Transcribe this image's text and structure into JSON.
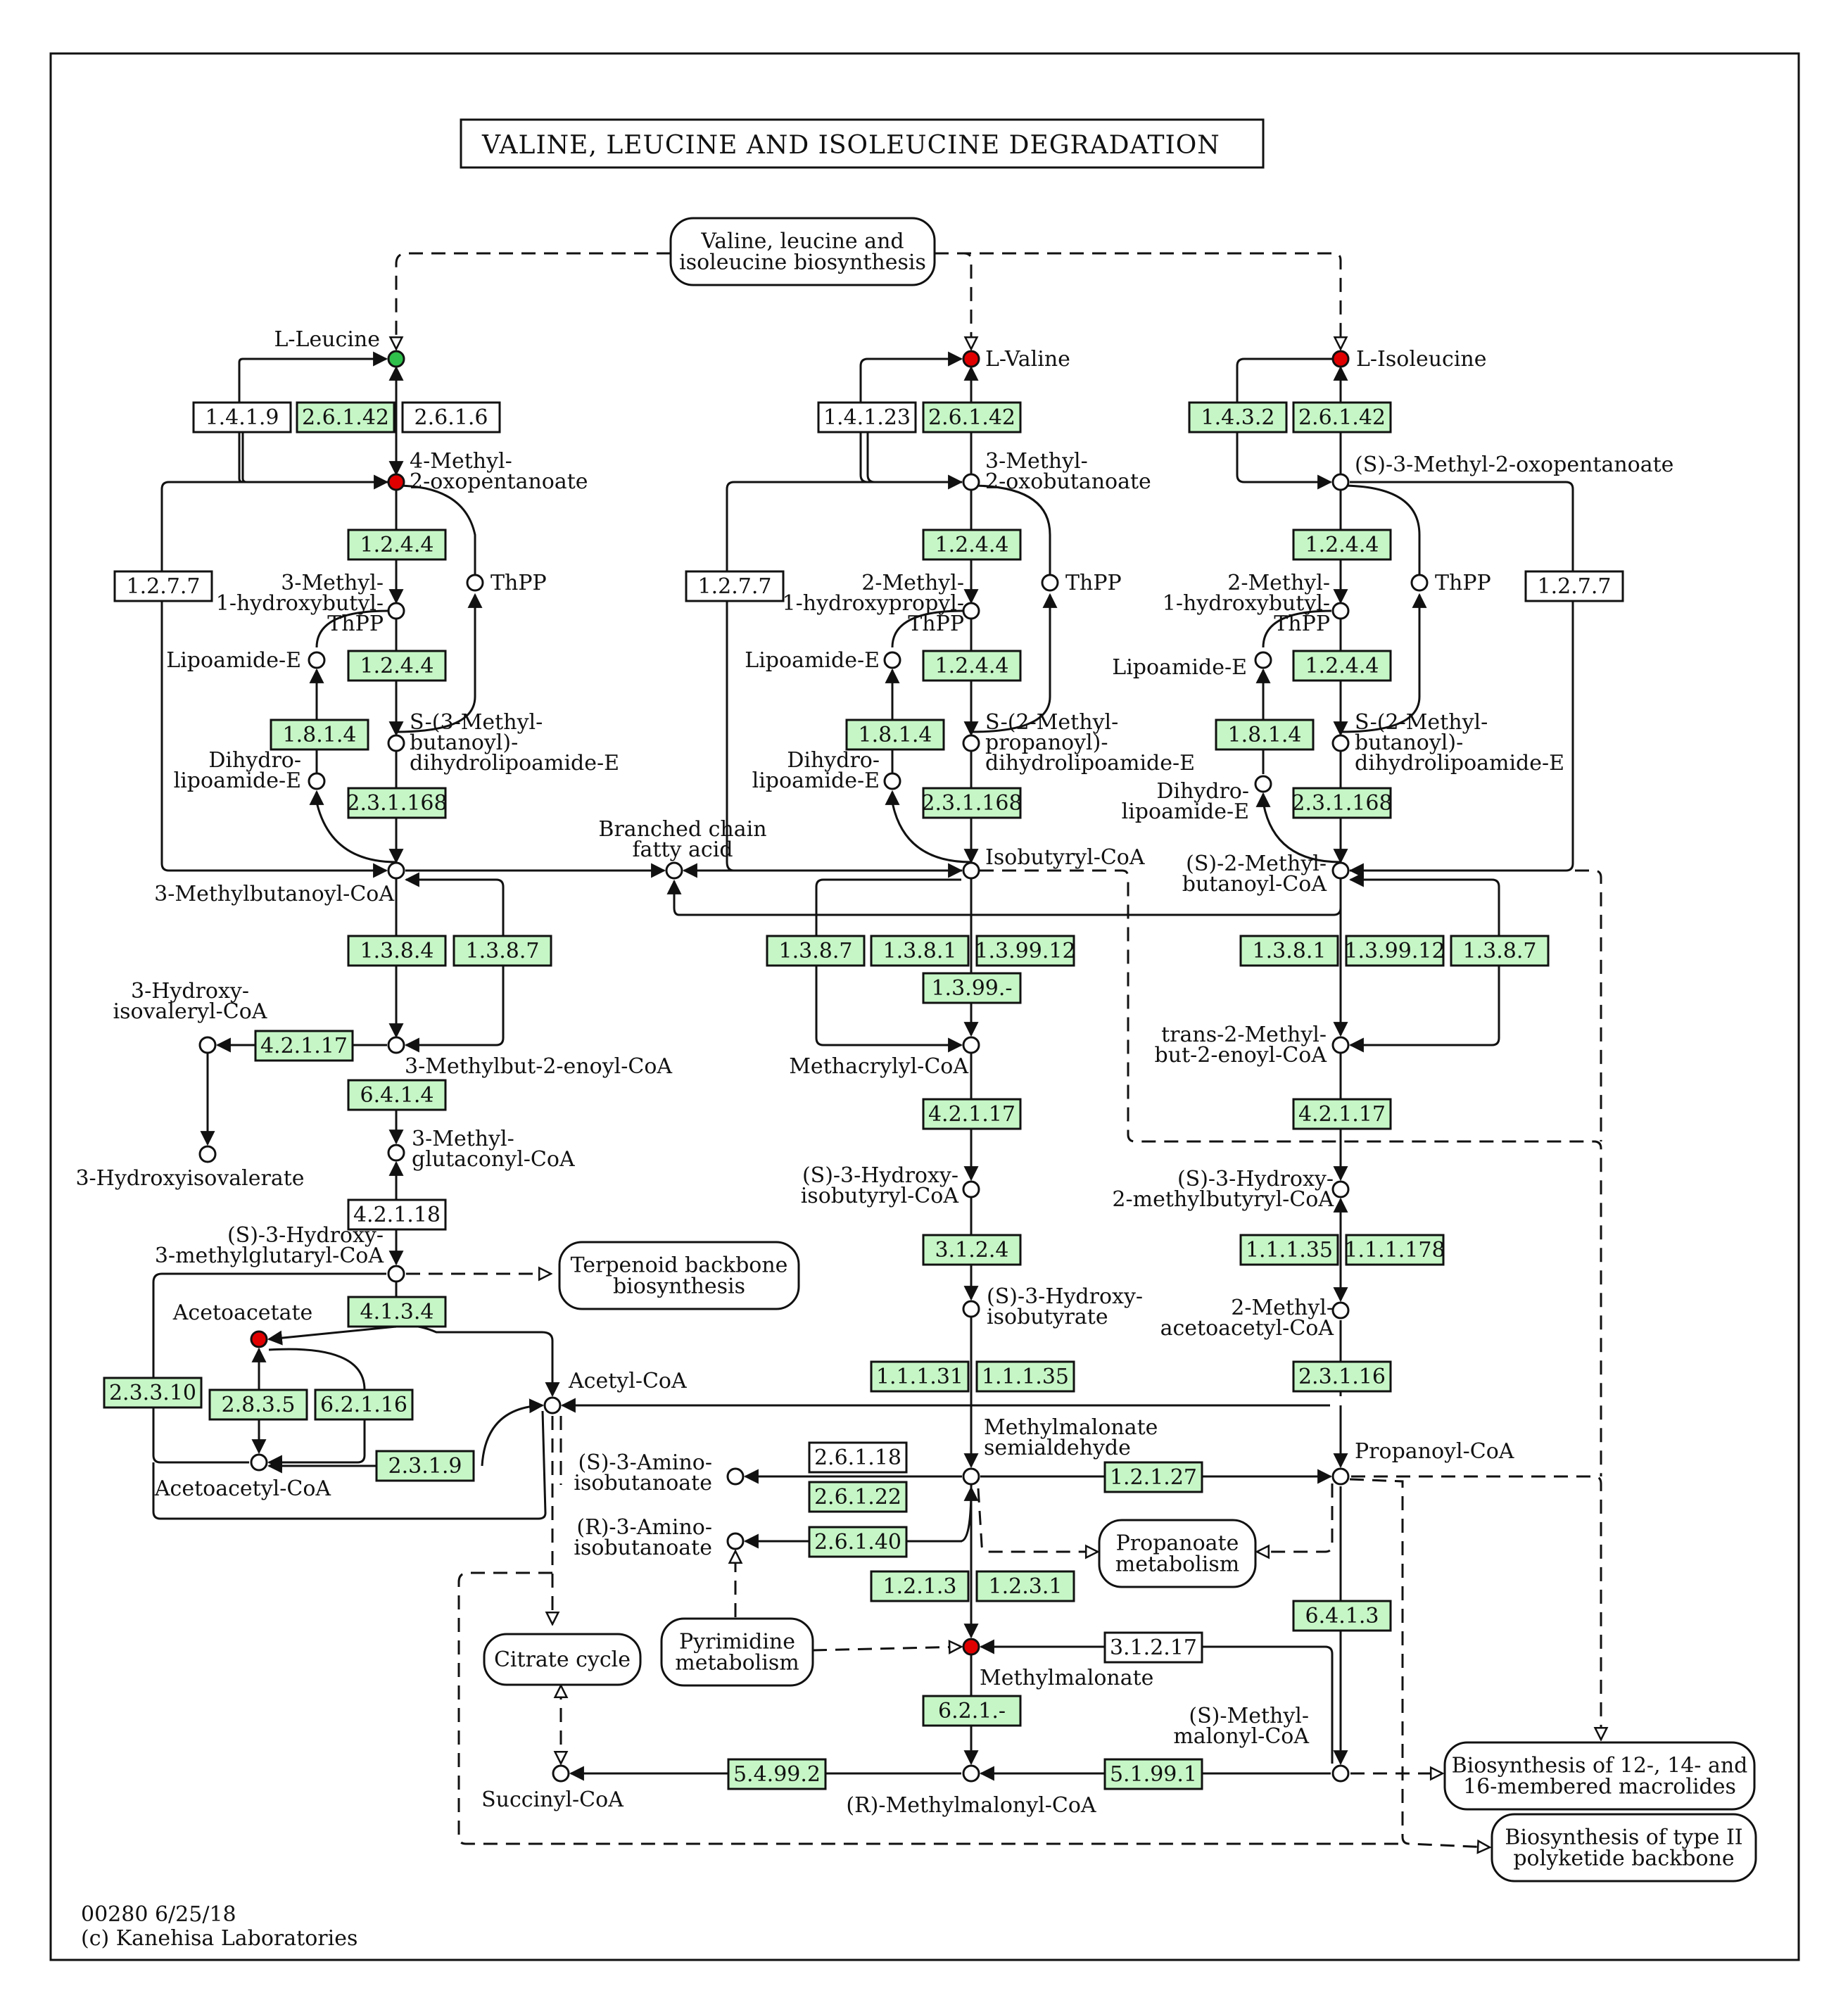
{
  "colors": {
    "enzyme_found": "#c6f6c6",
    "enzyme_plain": "#ffffff",
    "compound_up": "#e00000",
    "compound_down": "#2ec04a",
    "compound_plain": "#ffffff",
    "line": "#111111"
  },
  "title": "VALINE, LEUCINE AND ISOLEUCINE DEGRADATION",
  "footer": {
    "map_id": "00280 6/25/18",
    "copyright": "(c) Kanehisa Laboratories"
  },
  "maps": [
    {
      "id": "m_bcaa",
      "label": "Valine, leucine and isoleucine biosynthesis"
    },
    {
      "id": "m_terp",
      "label": "Terpenoid backbone biosynthesis"
    },
    {
      "id": "m_prop",
      "label": "Propanoate metabolism"
    },
    {
      "id": "m_tca",
      "label": "Citrate cycle"
    },
    {
      "id": "m_pyr",
      "label": "Pyrimidine metabolism"
    },
    {
      "id": "m_macro",
      "label": "Biosynthesis of 12-, 14- and 16-membered macrolides"
    },
    {
      "id": "m_pk",
      "label": "Biosynthesis of type II polyketide backbone"
    }
  ],
  "compounds": [
    {
      "id": "leu",
      "label": "L-Leucine",
      "state": "down"
    },
    {
      "id": "mop",
      "label": "4-Methyl-2-oxopentanoate",
      "state": "up"
    },
    {
      "id": "mhb_tpp",
      "label": "3-Methyl-1-hydroxybutyl-ThPP",
      "state": "plain"
    },
    {
      "id": "thpp1",
      "label": "ThPP",
      "state": "plain"
    },
    {
      "id": "lipE1",
      "label": "Lipoamide-E",
      "state": "plain"
    },
    {
      "id": "dihE1",
      "label": "Dihydro-lipoamide-E",
      "state": "plain"
    },
    {
      "id": "smb",
      "label": "S-(3-Methyl-butanoyl)-dihydrolipoamide-E",
      "state": "plain"
    },
    {
      "id": "mbcoa",
      "label": "3-Methylbutanoyl-CoA",
      "state": "plain"
    },
    {
      "id": "bcfa",
      "label": "Branched chain fatty acid",
      "state": "plain"
    },
    {
      "id": "hivcoa",
      "label": "3-Hydroxy-isovaleryl-CoA",
      "state": "plain"
    },
    {
      "id": "hiv",
      "label": "3-Hydroxyisovalerate",
      "state": "plain"
    },
    {
      "id": "mbecoa",
      "label": "3-Methylbut-2-enoyl-CoA",
      "state": "plain"
    },
    {
      "id": "mgcoa",
      "label": "3-Methyl-glutaconyl-CoA",
      "state": "plain"
    },
    {
      "id": "hmg",
      "label": "(S)-3-Hydroxy-3-methylglutaryl-CoA",
      "state": "plain"
    },
    {
      "id": "acac",
      "label": "Acetoacetate",
      "state": "up"
    },
    {
      "id": "acaccoa",
      "label": "Acetoacetyl-CoA",
      "state": "plain"
    },
    {
      "id": "accoa",
      "label": "Acetyl-CoA",
      "state": "plain"
    },
    {
      "id": "val",
      "label": "L-Valine",
      "state": "up"
    },
    {
      "id": "mob",
      "label": "3-Methyl-2-oxobutanoate",
      "state": "plain"
    },
    {
      "id": "mhp_tpp",
      "label": "2-Methyl-1-hydroxypropyl-ThPP",
      "state": "plain"
    },
    {
      "id": "thpp2",
      "label": "ThPP",
      "state": "plain"
    },
    {
      "id": "lipE2",
      "label": "Lipoamide-E",
      "state": "plain"
    },
    {
      "id": "dihE2",
      "label": "Dihydro-lipoamide-E",
      "state": "plain"
    },
    {
      "id": "smp",
      "label": "S-(2-Methyl-propanoyl)-dihydrolipoamide-E",
      "state": "plain"
    },
    {
      "id": "ibcoa",
      "label": "Isobutyryl-CoA",
      "state": "plain"
    },
    {
      "id": "macoa",
      "label": "Methacrylyl-CoA",
      "state": "plain"
    },
    {
      "id": "hibcoa",
      "label": "(S)-3-Hydroxy-isobutyryl-CoA",
      "state": "plain"
    },
    {
      "id": "hib",
      "label": "(S)-3-Hydroxy-isobutyrate",
      "state": "plain"
    },
    {
      "id": "mmsa",
      "label": "Methylmalonate semialdehyde",
      "state": "plain"
    },
    {
      "id": "saib",
      "label": "(S)-3-Amino-isobutanoate",
      "state": "plain"
    },
    {
      "id": "raib",
      "label": "(R)-3-Amino-isobutanoate",
      "state": "plain"
    },
    {
      "id": "mma",
      "label": "Methylmalonate",
      "state": "up"
    },
    {
      "id": "rmmcoa",
      "label": "(R)-Methylmalonyl-CoA",
      "state": "plain"
    },
    {
      "id": "succoa",
      "label": "Succinyl-CoA",
      "state": "plain"
    },
    {
      "id": "ile",
      "label": "L-Isoleucine",
      "state": "up"
    },
    {
      "id": "smop",
      "label": "(S)-3-Methyl-2-oxopentanoate",
      "state": "plain"
    },
    {
      "id": "mhb2_tpp",
      "label": "2-Methyl-1-hydroxybutyl-ThPP",
      "state": "plain"
    },
    {
      "id": "thpp3",
      "label": "ThPP",
      "state": "plain"
    },
    {
      "id": "lipE3",
      "label": "Lipoamide-E",
      "state": "plain"
    },
    {
      "id": "dihE3",
      "label": "Dihydro-lipoamide-E",
      "state": "plain"
    },
    {
      "id": "smb2",
      "label": "S-(2-Methyl-butanoyl)-dihydrolipoamide-E",
      "state": "plain"
    },
    {
      "id": "smbcoa",
      "label": "(S)-2-Methyl-butanoyl-CoA",
      "state": "plain"
    },
    {
      "id": "tmbcoa",
      "label": "trans-2-Methyl-but-2-enoyl-CoA",
      "state": "plain"
    },
    {
      "id": "hmbcoa",
      "label": "(S)-3-Hydroxy-2-methylbutyryl-CoA",
      "state": "plain"
    },
    {
      "id": "maacoa",
      "label": "2-Methyl-acetoacetyl-CoA",
      "state": "plain"
    },
    {
      "id": "propcoa",
      "label": "Propanoyl-CoA",
      "state": "plain"
    },
    {
      "id": "smmcoa",
      "label": "(S)-Methyl-malonyl-CoA",
      "state": "plain"
    }
  ],
  "enzymes": [
    {
      "id": "e_1419",
      "label": "1.4.1.9",
      "found": false
    },
    {
      "id": "e_26142a",
      "label": "2.6.1.42",
      "found": true
    },
    {
      "id": "e_2616",
      "label": "2.6.1.6",
      "found": false
    },
    {
      "id": "e_1244a",
      "label": "1.2.4.4",
      "found": true
    },
    {
      "id": "e_1277a",
      "label": "1.2.7.7",
      "found": false
    },
    {
      "id": "e_1244b",
      "label": "1.2.4.4",
      "found": true
    },
    {
      "id": "e_1814a",
      "label": "1.8.1.4",
      "found": true
    },
    {
      "id": "e_231168a",
      "label": "2.3.1.168",
      "found": true
    },
    {
      "id": "e_1384",
      "label": "1.3.8.4",
      "found": true
    },
    {
      "id": "e_1387a",
      "label": "1.3.8.7",
      "found": true
    },
    {
      "id": "e_42117a",
      "label": "4.2.1.17",
      "found": true
    },
    {
      "id": "e_6414",
      "label": "6.4.1.4",
      "found": true
    },
    {
      "id": "e_42118",
      "label": "4.2.1.18",
      "found": false
    },
    {
      "id": "e_4134",
      "label": "4.1.3.4",
      "found": true
    },
    {
      "id": "e_23310",
      "label": "2.3.3.10",
      "found": true
    },
    {
      "id": "e_2835",
      "label": "2.8.3.5",
      "found": true
    },
    {
      "id": "e_62116",
      "label": "6.2.1.16",
      "found": true
    },
    {
      "id": "e_2319",
      "label": "2.3.1.9",
      "found": true
    },
    {
      "id": "e_14123",
      "label": "1.4.1.23",
      "found": false
    },
    {
      "id": "e_26142b",
      "label": "2.6.1.42",
      "found": true
    },
    {
      "id": "e_1244c",
      "label": "1.2.4.4",
      "found": true
    },
    {
      "id": "e_1277b",
      "label": "1.2.7.7",
      "found": false
    },
    {
      "id": "e_1244d",
      "label": "1.2.4.4",
      "found": true
    },
    {
      "id": "e_1814b",
      "label": "1.8.1.4",
      "found": true
    },
    {
      "id": "e_231168b",
      "label": "2.3.1.168",
      "found": true
    },
    {
      "id": "e_1387b",
      "label": "1.3.8.7",
      "found": true
    },
    {
      "id": "e_1381a",
      "label": "1.3.8.1",
      "found": true
    },
    {
      "id": "e_139912a",
      "label": "1.3.99.12",
      "found": true
    },
    {
      "id": "e_1399",
      "label": "1.3.99.-",
      "found": true
    },
    {
      "id": "e_42117b",
      "label": "4.2.1.17",
      "found": true
    },
    {
      "id": "e_3124",
      "label": "3.1.2.4",
      "found": true
    },
    {
      "id": "e_11131",
      "label": "1.1.1.31",
      "found": true
    },
    {
      "id": "e_11135a",
      "label": "1.1.1.35",
      "found": true
    },
    {
      "id": "e_26118",
      "label": "2.6.1.18",
      "found": false
    },
    {
      "id": "e_26122",
      "label": "2.6.1.22",
      "found": true
    },
    {
      "id": "e_26140",
      "label": "2.6.1.40",
      "found": true
    },
    {
      "id": "e_12127",
      "label": "1.2.1.27",
      "found": true
    },
    {
      "id": "e_1213",
      "label": "1.2.1.3",
      "found": true
    },
    {
      "id": "e_1231",
      "label": "1.2.3.1",
      "found": true
    },
    {
      "id": "e_31217",
      "label": "3.1.2.17",
      "found": false
    },
    {
      "id": "e_621",
      "label": "6.2.1.-",
      "found": true
    },
    {
      "id": "e_54992",
      "label": "5.4.99.2",
      "found": true
    },
    {
      "id": "e_51991",
      "label": "5.1.99.1",
      "found": true
    },
    {
      "id": "e_1432",
      "label": "1.4.3.2",
      "found": true
    },
    {
      "id": "e_26142c",
      "label": "2.6.1.42",
      "found": true
    },
    {
      "id": "e_1244e",
      "label": "1.2.4.4",
      "found": true
    },
    {
      "id": "e_1277c",
      "label": "1.2.7.7",
      "found": false
    },
    {
      "id": "e_1244f",
      "label": "1.2.4.4",
      "found": true
    },
    {
      "id": "e_1814c",
      "label": "1.8.1.4",
      "found": true
    },
    {
      "id": "e_231168c",
      "label": "2.3.1.168",
      "found": true
    },
    {
      "id": "e_1381b",
      "label": "1.3.8.1",
      "found": true
    },
    {
      "id": "e_139912b",
      "label": "1.3.99.12",
      "found": true
    },
    {
      "id": "e_1387c",
      "label": "1.3.8.7",
      "found": true
    },
    {
      "id": "e_42117c",
      "label": "4.2.1.17",
      "found": true
    },
    {
      "id": "e_11135b",
      "label": "1.1.1.35",
      "found": true
    },
    {
      "id": "e_111178",
      "label": "1.1.1.178",
      "found": true
    },
    {
      "id": "e_23116",
      "label": "2.3.1.16",
      "found": true
    },
    {
      "id": "e_6413",
      "label": "6.4.1.3",
      "found": true
    }
  ]
}
